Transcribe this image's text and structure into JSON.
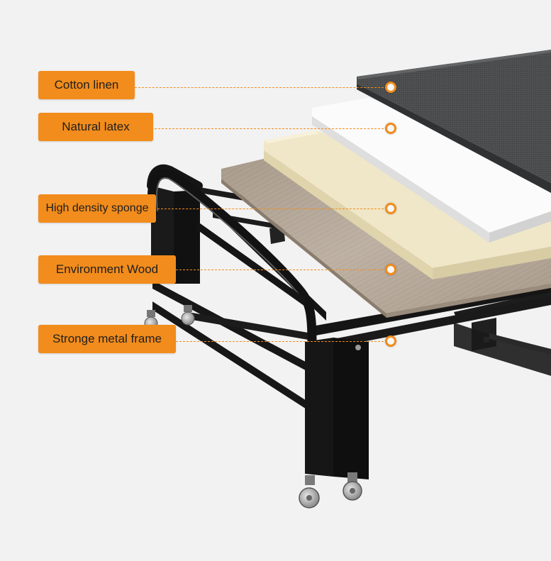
{
  "labels": [
    {
      "text": "Cotton linen"
    },
    {
      "text": "Natural latex"
    },
    {
      "text": "High density sponge"
    },
    {
      "text": "Environment Wood"
    },
    {
      "text": "Stronge metal frame"
    }
  ],
  "colors": {
    "accent": "#f28c1c",
    "background": "#f2f2f2",
    "fabric": "#4d4f50",
    "latex": "#f7f7f7",
    "sponge": "#efe6c6",
    "wood": "#b3a595",
    "frame": "#161616"
  }
}
